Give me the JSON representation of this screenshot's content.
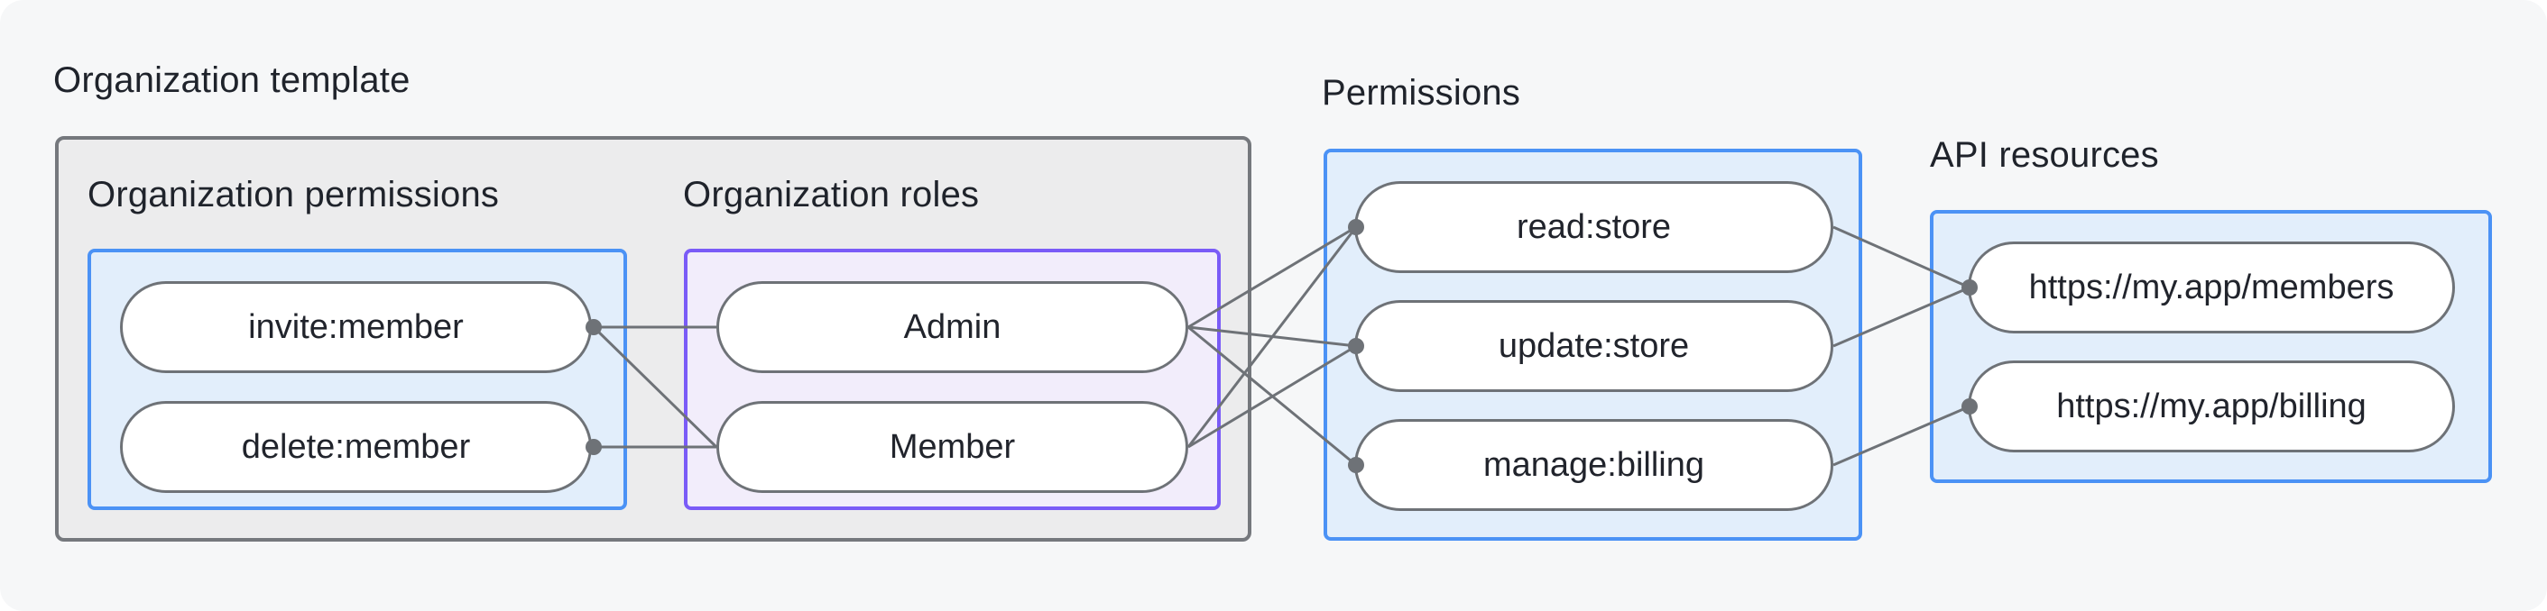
{
  "title": "Organization template",
  "sections": {
    "org_permissions": {
      "label": "Organization permissions",
      "nodes": [
        "invite:member",
        "delete:member"
      ]
    },
    "org_roles": {
      "label": "Organization roles",
      "nodes": [
        "Admin",
        "Member"
      ]
    },
    "permissions": {
      "label": "Permissions",
      "nodes": [
        "read:store",
        "update:store",
        "manage:billing"
      ]
    },
    "api_resources": {
      "label": "API resources",
      "nodes": [
        "https://my.app/members",
        "https://my.app/billing"
      ]
    }
  },
  "edges": [
    {
      "from": "invite:member",
      "to": "Admin"
    },
    {
      "from": "invite:member",
      "to": "Member"
    },
    {
      "from": "delete:member",
      "to": "Member"
    },
    {
      "from": "Admin",
      "to": "read:store"
    },
    {
      "from": "Admin",
      "to": "update:store"
    },
    {
      "from": "Admin",
      "to": "manage:billing"
    },
    {
      "from": "Member",
      "to": "read:store"
    },
    {
      "from": "Member",
      "to": "update:store"
    },
    {
      "from": "read:store",
      "to": "https://my.app/members"
    },
    {
      "from": "update:store",
      "to": "https://my.app/members"
    },
    {
      "from": "manage:billing",
      "to": "https://my.app/billing"
    }
  ],
  "colors": {
    "page_bg": "#f6f7f8",
    "template_box_bg": "#ececed",
    "template_box_border": "#75787d",
    "blue_box_bg": "#e2eefb",
    "blue_box_border": "#4b92f5",
    "purple_box_bg": "#f2edfb",
    "purple_box_border": "#7a5bf7",
    "node_bg": "#ffffff",
    "node_border": "#6e7277",
    "connector": "#6e7277",
    "text": "#1f232b"
  }
}
